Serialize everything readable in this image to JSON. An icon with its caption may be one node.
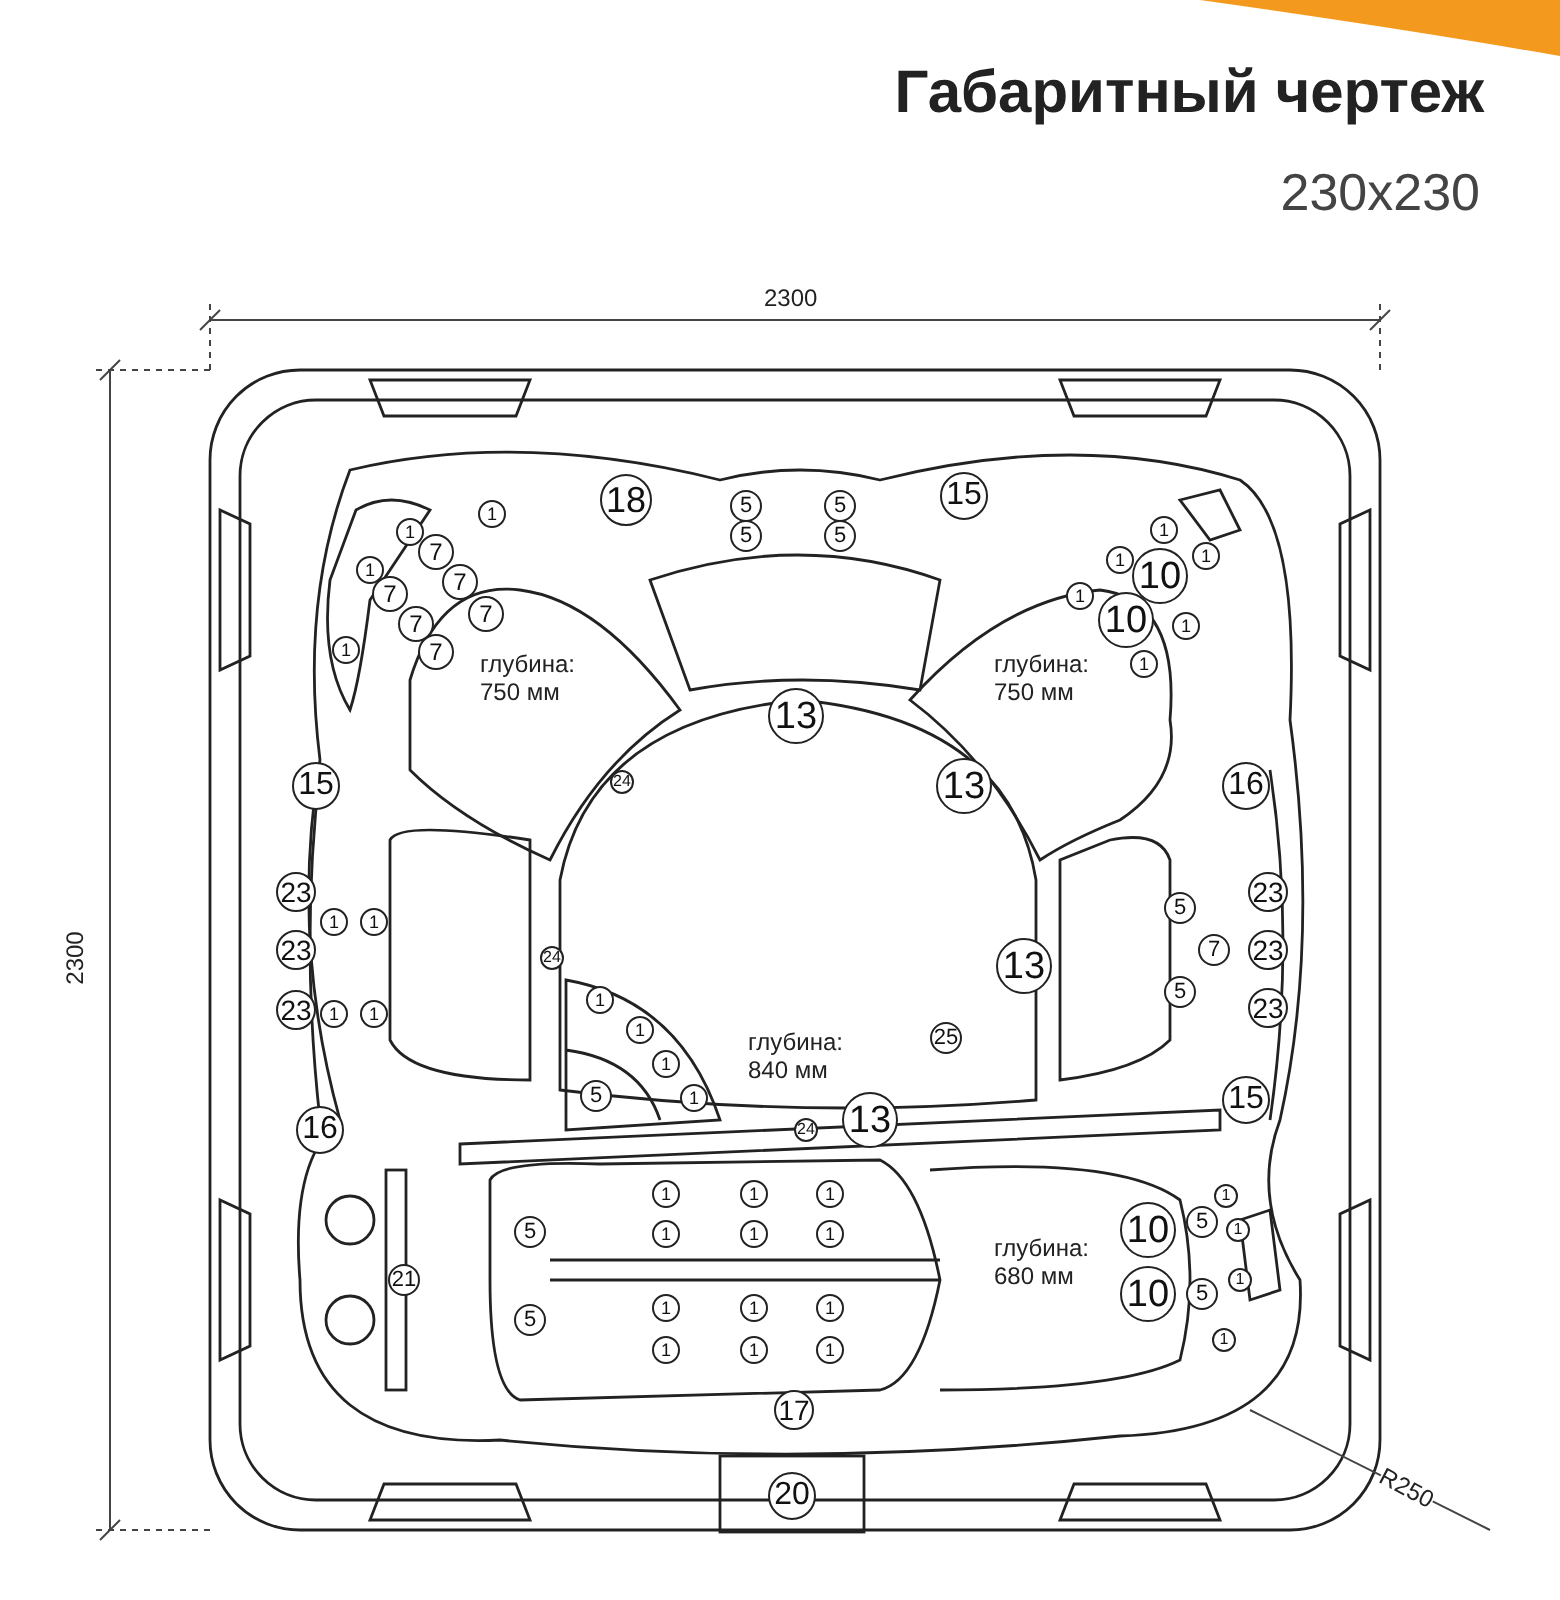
{
  "diagram": {
    "title": "Габаритный чертеж",
    "labels": [
      "230x230",
      "2300",
      "2300",
      "18",
      "5",
      "5",
      "15",
      "1",
      "1",
      "5",
      "5",
      "1",
      "7",
      "1",
      "1",
      "1",
      "10",
      "7",
      "7",
      "7",
      "1",
      "7",
      "10",
      "1",
      "1",
      "7",
      "1",
      "глубина: 750 мм",
      "глубина: 750 мм",
      "13",
      "15",
      "24",
      "13",
      "16",
      "23",
      "1",
      "1",
      "5",
      "7",
      "23",
      "23",
      "23",
      "24",
      "13",
      "1",
      "23",
      "1",
      "1",
      "5",
      "23",
      "1",
      "1",
      "глубина: 840 мм",
      "25",
      "16",
      "5",
      "1",
      "24",
      "13",
      "15",
      "1",
      "1",
      "1",
      "5",
      "1",
      "1",
      "1",
      "1",
      "10",
      "5",
      "1",
      "21",
      "глубина: 680 мм",
      "1",
      "10",
      "5",
      "1",
      "1",
      "1",
      "5",
      "1",
      "1",
      "1",
      "1",
      "17",
      "20",
      "R250"
    ]
  }
}
